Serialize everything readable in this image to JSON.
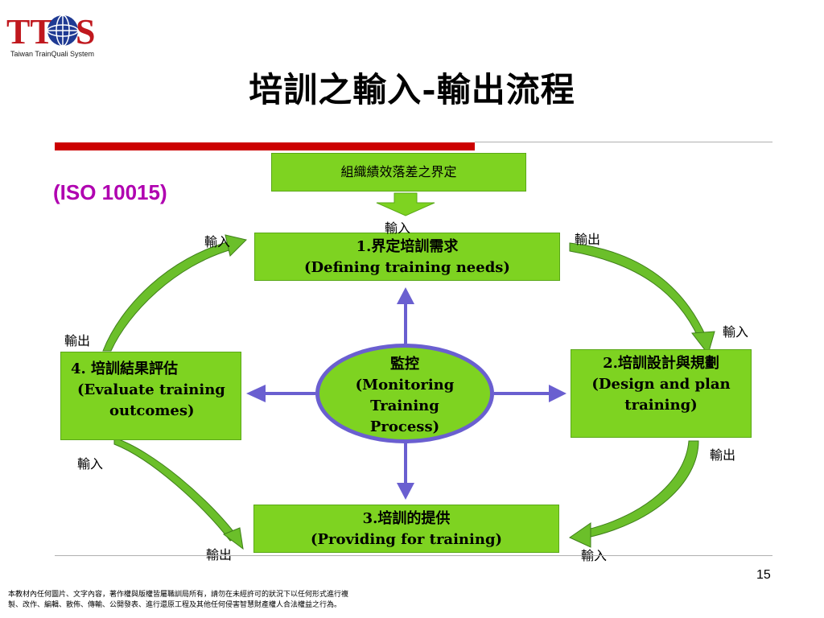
{
  "logo": {
    "text": "TTQS",
    "subtitle": "Taiwan TrainQuali System",
    "colors": {
      "t": "#c0181e",
      "globe": "#1f3a93",
      "s": "#c0181e"
    }
  },
  "title": "培訓之輸入-輸出流程",
  "iso_label": "(ISO 10015)",
  "top_box": "組織績效落差之界定",
  "box1": {
    "line1": "1.界定培訓需求",
    "line2": "(Defining training needs)"
  },
  "box2": {
    "line1": "2.培訓設計與規劃",
    "line2": "(Design and plan",
    "line3": "training)"
  },
  "box3": {
    "line1": "3.培訓的提供",
    "line2": "(Providing for training)"
  },
  "box4": {
    "line1": "4. 培訓結果評估",
    "line2": "(Evaluate training",
    "line3": "outcomes)"
  },
  "monitor": {
    "line1": "監控",
    "line2": "(Monitoring",
    "line3": "Training",
    "line4": "Process)"
  },
  "labels": {
    "top_input": "輸入",
    "top_left_input": "輸入",
    "top_right_output": "輸出",
    "right_input": "輸入",
    "right_output": "輸出",
    "bottom_right_input": "輸入",
    "bottom_left_output": "輸出",
    "left_input": "輸入",
    "left_output": "輸出"
  },
  "page_number": "15",
  "footer": {
    "line1": "本教材內任何圖片、文字內容，著作權與版權皆屬職訓局所有，請勿在未經許可的狀況下以任何形式進行複",
    "line2": "製、改作、編輯、散佈、傳輸、公開發表、進行還原工程及其他任何侵害智慧財產權人合法權益之行為。"
  },
  "colors": {
    "box_green": "#7ed321",
    "arrow_green": "#6bbf2a",
    "arrow_purple": "#6a5fd0",
    "red_bar": "#cc0000",
    "iso": "#b000b0"
  }
}
